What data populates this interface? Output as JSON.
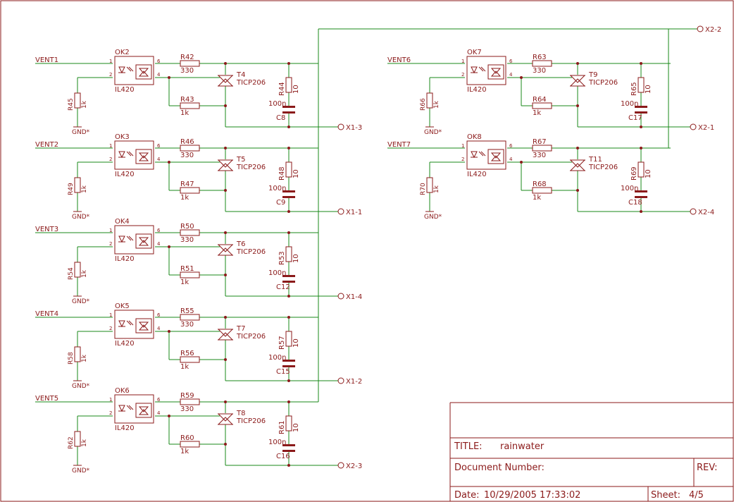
{
  "colors": {
    "wire": "#1a8a1a",
    "part": "#8b1a1a",
    "background": "#ffffff"
  },
  "title_block": {
    "title_label": "TITLE:",
    "title_value": "rainwater",
    "doc_number_label": "Document Number:",
    "rev_label": "REV:",
    "date_label": "Date:",
    "date_value": "10/29/2005 17:33:02",
    "sheet_label": "Sheet:",
    "sheet_value": "4/5"
  },
  "channels": [
    {
      "vent": "VENT1",
      "ok": "OK2",
      "opto": "IL420",
      "pin1": "1",
      "pin2": "2",
      "pin6": "6",
      "pin4": "4",
      "rpd": "R45",
      "rpd_val": "1k",
      "gnd": "GND*",
      "rt": "R42",
      "rt_val": "330",
      "rb": "R43",
      "rb_val": "1k",
      "triac": "T4",
      "triac_type": "TICP206",
      "rs": "R44",
      "rs_val": "10",
      "c_val": "100n",
      "c": "C8",
      "out": "X1-3"
    },
    {
      "vent": "VENT2",
      "ok": "OK3",
      "opto": "IL420",
      "pin1": "1",
      "pin2": "2",
      "pin6": "6",
      "pin4": "4",
      "rpd": "R49",
      "rpd_val": "1k",
      "gnd": "GND*",
      "rt": "R46",
      "rt_val": "330",
      "rb": "R47",
      "rb_val": "1k",
      "triac": "T5",
      "triac_type": "TICP206",
      "rs": "R48",
      "rs_val": "10",
      "c_val": "100n",
      "c": "C9",
      "out": "X1-1"
    },
    {
      "vent": "VENT3",
      "ok": "OK4",
      "opto": "IL420",
      "pin1": "1",
      "pin2": "2",
      "pin6": "6",
      "pin4": "4",
      "rpd": "R54",
      "rpd_val": "1k",
      "gnd": "GND*",
      "rt": "R50",
      "rt_val": "330",
      "rb": "R51",
      "rb_val": "1k",
      "triac": "T6",
      "triac_type": "TICP206",
      "rs": "R53",
      "rs_val": "10",
      "c_val": "100n",
      "c": "C12",
      "out": "X1-4"
    },
    {
      "vent": "VENT4",
      "ok": "OK5",
      "opto": "IL420",
      "pin1": "1",
      "pin2": "2",
      "pin6": "6",
      "pin4": "4",
      "rpd": "R58",
      "rpd_val": "1k",
      "gnd": "GND*",
      "rt": "R55",
      "rt_val": "330",
      "rb": "R56",
      "rb_val": "1k",
      "triac": "T7",
      "triac_type": "TICP206",
      "rs": "R57",
      "rs_val": "10",
      "c_val": "100n",
      "c": "C15",
      "out": "X1-2"
    },
    {
      "vent": "VENT5",
      "ok": "OK6",
      "opto": "IL420",
      "pin1": "1",
      "pin2": "2",
      "pin6": "6",
      "pin4": "4",
      "rpd": "R62",
      "rpd_val": "1k",
      "gnd": "GND*",
      "rt": "R59",
      "rt_val": "330",
      "rb": "R60",
      "rb_val": "1k",
      "triac": "T8",
      "triac_type": "TICP206",
      "rs": "R61",
      "rs_val": "10",
      "c_val": "100n",
      "c": "C16",
      "out": "X2-3"
    },
    {
      "vent": "VENT6",
      "ok": "OK7",
      "opto": "IL420",
      "pin1": "1",
      "pin2": "2",
      "pin6": "6",
      "pin4": "4",
      "rpd": "R66",
      "rpd_val": "1k",
      "gnd": "GND*",
      "rt": "R63",
      "rt_val": "330",
      "rb": "R64",
      "rb_val": "1k",
      "triac": "T9",
      "triac_type": "TICP206",
      "rs": "R65",
      "rs_val": "10",
      "c_val": "100n",
      "c": "C17",
      "out": "X2-1"
    },
    {
      "vent": "VENT7",
      "ok": "OK8",
      "opto": "IL420",
      "pin1": "1",
      "pin2": "2",
      "pin6": "6",
      "pin4": "4",
      "rpd": "R70",
      "rpd_val": "1k",
      "gnd": "GND*",
      "rt": "R67",
      "rt_val": "330",
      "rb": "R68",
      "rb_val": "1k",
      "triac": "T11",
      "triac_type": "TICP206",
      "rs": "R69",
      "rs_val": "10",
      "c_val": "100n",
      "c": "C18",
      "out": "X2-4"
    }
  ],
  "common_connector": "X2-2"
}
